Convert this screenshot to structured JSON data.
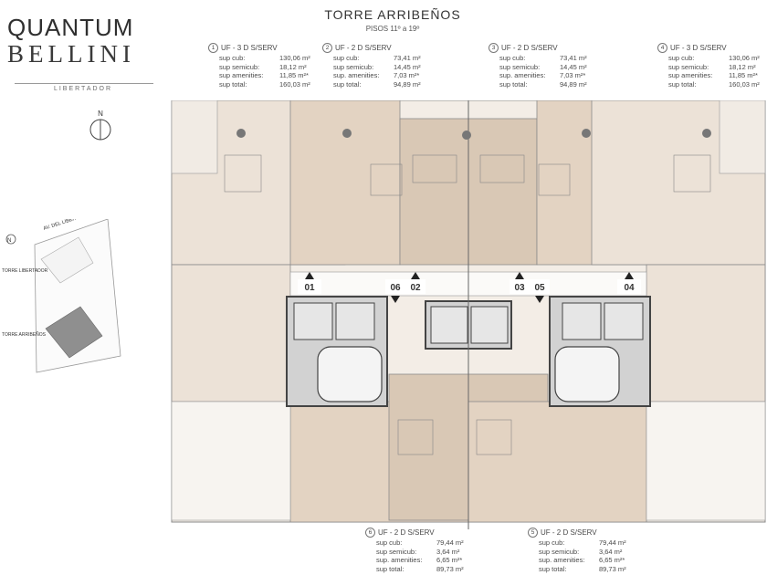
{
  "logo": {
    "line1": "QUANTUM",
    "line2": "BELLINI",
    "line3": "LIBERTADOR"
  },
  "title": {
    "name": "TORRE  ARRIBEÑOS",
    "floors": "PISOS  11º a 19º"
  },
  "units_top": [
    {
      "n": "1",
      "type": "UF - 3 D S/SERV",
      "rows": [
        [
          "sup cub:",
          "130,06 m²"
        ],
        [
          "sup semicub:",
          "18,12 m²"
        ],
        [
          "sup amenities:",
          "11,85 m²*"
        ],
        [
          "sup total:",
          "160,03 m²"
        ]
      ]
    },
    {
      "n": "2",
      "type": "UF - 2 D S/SERV",
      "rows": [
        [
          "sup cub:",
          "73,41 m²"
        ],
        [
          "sup semicub:",
          "14,45 m²"
        ],
        [
          "sup. amenities:",
          "7,03 m²*"
        ],
        [
          "sup total:",
          "94,89 m²"
        ]
      ]
    },
    {
      "n": "3",
      "type": "UF - 2 D S/SERV",
      "rows": [
        [
          "sup cub:",
          "73,41 m²"
        ],
        [
          "sup semicub:",
          "14,45 m²"
        ],
        [
          "sup. amenities:",
          "7,03 m²*"
        ],
        [
          "sup total:",
          "94,89 m²"
        ]
      ]
    },
    {
      "n": "4",
      "type": "UF - 3 D S/SERV",
      "rows": [
        [
          "sup cub:",
          "130,06 m²"
        ],
        [
          "sup semicub:",
          "18,12 m²"
        ],
        [
          "sup amenities:",
          "11,85 m²*"
        ],
        [
          "sup total:",
          "160,03 m²"
        ]
      ]
    }
  ],
  "units_bottom": [
    {
      "n": "6",
      "type": "UF - 2 D S/SERV",
      "rows": [
        [
          "sup cub:",
          "79,44 m²"
        ],
        [
          "sup semicub:",
          "3,64 m²"
        ],
        [
          "sup. amenities:",
          "6,65 m²*"
        ],
        [
          "sup total:",
          "89,73 m²"
        ]
      ]
    },
    {
      "n": "5",
      "type": "UF - 2 D S/SERV",
      "rows": [
        [
          "sup cub:",
          "79,44 m²"
        ],
        [
          "sup semicub:",
          "3,64 m²"
        ],
        [
          "sup. amenities:",
          "6,65 m²*"
        ],
        [
          "sup total:",
          "89,73 m²"
        ]
      ]
    }
  ],
  "compass": {
    "letter": "N"
  },
  "site": {
    "street": "AV. DEL LIBERTADOR",
    "tower1": "TORRE LIBERTADOR",
    "tower2": "TORRE ARRIBEÑOS",
    "letter": "N"
  },
  "plan_tags": [
    "01",
    "06",
    "02",
    "03",
    "05",
    "04"
  ],
  "colors": {
    "unitFill": "#e9ddd0",
    "unitFillDark": "#dccbb8",
    "wall": "#4a4a4a",
    "core": "#cfcfcf",
    "terrace": "#f1ebe4"
  }
}
